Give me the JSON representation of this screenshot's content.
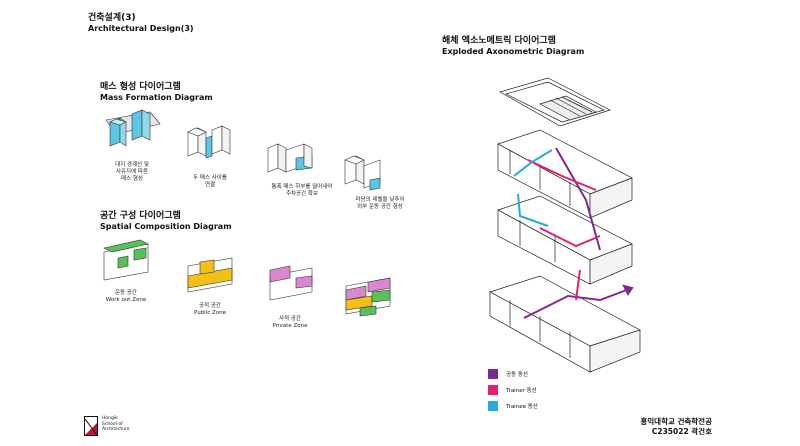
{
  "header": {
    "title_kr": "건축설계(3)",
    "title_en": "Architectural Design(3)"
  },
  "mass": {
    "title_kr": "매스 형성 다이어그램",
    "title_en": "Mass Formation Diagram",
    "steps": [
      {
        "caption": [
          "대지 경계선 및",
          "사유지에 따른",
          "매스 형성"
        ]
      },
      {
        "caption": [
          "두 매스 사이를",
          "연결"
        ]
      },
      {
        "caption": [
          "통폭 매스 하부를 덜어내어",
          "주차공간 확보"
        ]
      },
      {
        "caption": [
          "마당의 레벨을 낮추어",
          "외부 운동 공간 형성"
        ]
      }
    ]
  },
  "spatial": {
    "title_kr": "공간 구성 다이어그램",
    "title_en": "Spatial Composition Diagram",
    "zones": [
      {
        "caption": [
          "운동 공간",
          "Work out Zone"
        ]
      },
      {
        "caption": [
          "공적 공간",
          "Public Zone"
        ]
      },
      {
        "caption": [
          "사적 공간",
          "Private Zone"
        ]
      },
      {
        "caption": []
      }
    ]
  },
  "exploded": {
    "title_kr": "해체 엑소노메트릭 다이어그램",
    "title_en": "Exploded Axonometric Diagram"
  },
  "legend": [
    {
      "label": "공동 동선",
      "color": "#7a2b8f"
    },
    {
      "label": "Trainer 동선",
      "color": "#e0216f"
    },
    {
      "label": "Trainee 동선",
      "color": "#2aa9e0"
    }
  ],
  "footer": {
    "school_kr": "홍익대학교 건축학전공",
    "student": "C235022 곽건호"
  },
  "logo": {
    "lines": [
      "Hongik",
      "School of",
      "Architecture"
    ]
  },
  "colors": {
    "cyan": "#5cc6e6",
    "green": "#59c15a",
    "yellow": "#f2c016",
    "pink": "#d987cf"
  }
}
